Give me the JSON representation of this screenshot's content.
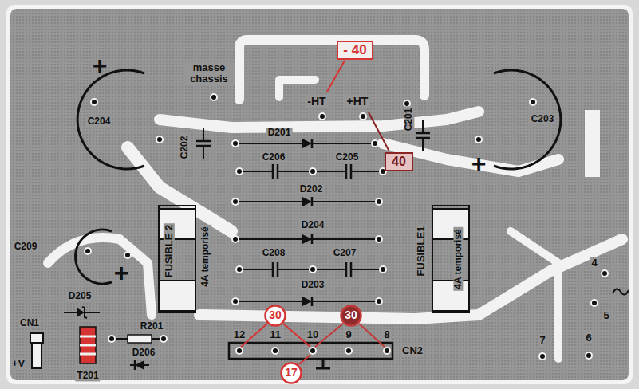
{
  "diagram": {
    "nodes": [
      {
        "text": [
          "- 40"
        ]
      },
      {
        "text": [
          "40"
        ]
      },
      {
        "text": [
          "30"
        ]
      },
      {
        "text": [
          "30"
        ]
      },
      {
        "text": [
          "17"
        ]
      }
    ],
    "labels": [
      "+",
      "masse chassis",
      "C204",
      "-HT",
      "+HT",
      "C202",
      "D201",
      "C201",
      "C203",
      "+",
      "C206",
      "C205",
      "D202",
      "FUSIBLE 2",
      "4A temporisé",
      "FUSIBLE1",
      "4A temporisé",
      "D204",
      "C209",
      "+",
      "C208",
      "C207",
      "D203",
      "D205",
      "CN1",
      "R201",
      "12",
      "11",
      "10",
      "9",
      "8",
      "CN2",
      "+V",
      "D206",
      "T201",
      "4",
      "5",
      "6",
      "7"
    ]
  }
}
